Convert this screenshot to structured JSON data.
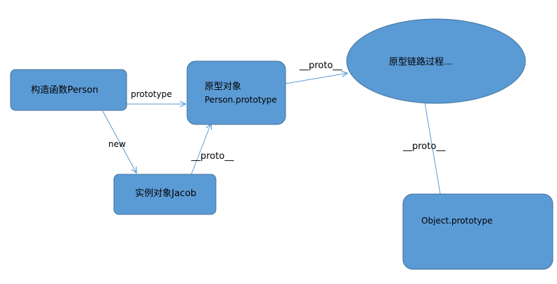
{
  "colors": {
    "node_fill": "#5b9bd5",
    "node_stroke": "#41719c",
    "edge_stroke": "#5b9bd5"
  },
  "nodes": {
    "constructor": {
      "label": "构造函数Person"
    },
    "prototype_object": {
      "label_line1": "原型对象",
      "label_line2": "Person.prototype"
    },
    "instance": {
      "label": "实例对象Jacob"
    },
    "prototype_chain": {
      "label": "原型链路过程..."
    },
    "object_prototype": {
      "label": "Object.prototype"
    }
  },
  "edges": {
    "constructor_to_prototype": {
      "label": "prototype"
    },
    "constructor_to_instance": {
      "label": "new"
    },
    "instance_to_prototype": {
      "label": "__proto__"
    },
    "prototype_to_chain": {
      "label": "__proto__"
    },
    "chain_to_object": {
      "label": "__proto__"
    }
  }
}
